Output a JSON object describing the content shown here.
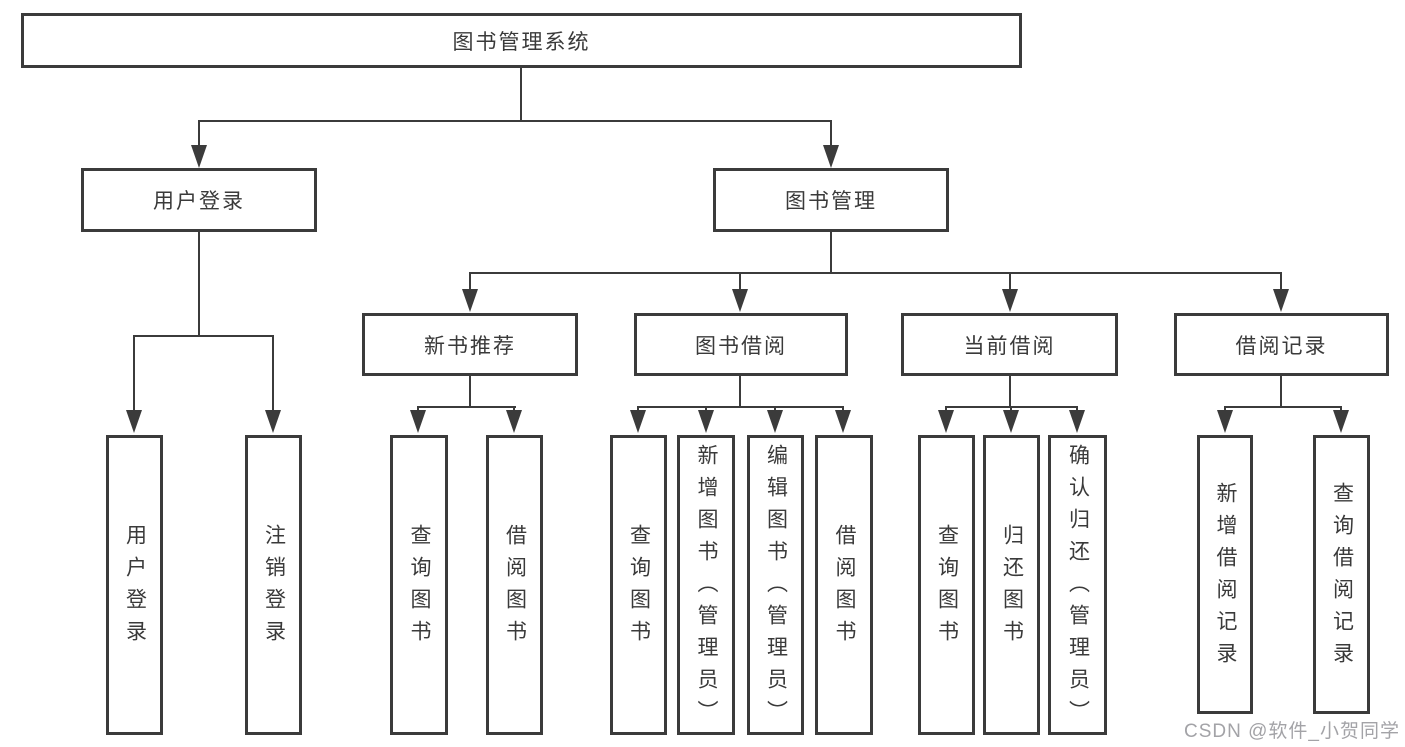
{
  "diagram": {
    "title": "图书管理系统",
    "nodes": {
      "root": "图书管理系统",
      "user_login": "用户登录",
      "book_management": "图书管理",
      "new_book_recommend": "新书推荐",
      "book_borrowing": "图书借阅",
      "current_borrowing": "当前借阅",
      "borrowing_records": "借阅记录"
    },
    "leaves": {
      "user_login": "用户登录",
      "logout": "注销登录",
      "query_books_a": "查询图书",
      "borrow_books_a": "借阅图书",
      "query_books_b": "查询图书",
      "add_books_admin": "新增图书（管理员）",
      "edit_books_admin": "编辑图书（管理员）",
      "borrow_books_b": "借阅图书",
      "query_books_c": "查询图书",
      "return_books": "归还图书",
      "confirm_return_admin": "确认归还（管理员）",
      "add_borrow_record": "新增借阅记录",
      "query_borrow_record": "查询借阅记录"
    },
    "structure": {
      "root_children": [
        "用户登录",
        "图书管理"
      ],
      "user_login_children": [
        "用户登录",
        "注销登录"
      ],
      "book_management_children": [
        "新书推荐",
        "图书借阅",
        "当前借阅",
        "借阅记录"
      ],
      "new_book_recommend_children": [
        "查询图书",
        "借阅图书"
      ],
      "book_borrowing_children": [
        "查询图书",
        "新增图书（管理员）",
        "编辑图书（管理员）",
        "借阅图书"
      ],
      "current_borrowing_children": [
        "查询图书",
        "归还图书",
        "确认归还（管理员）"
      ],
      "borrowing_records_children": [
        "新增借阅记录",
        "查询借阅记录"
      ]
    },
    "colors": {
      "line": "#3b3b3b",
      "text": "#3a3a3a",
      "background": "#ffffff",
      "watermark": "#a3a3a7"
    }
  },
  "watermark": "CSDN @软件_小贺同学"
}
